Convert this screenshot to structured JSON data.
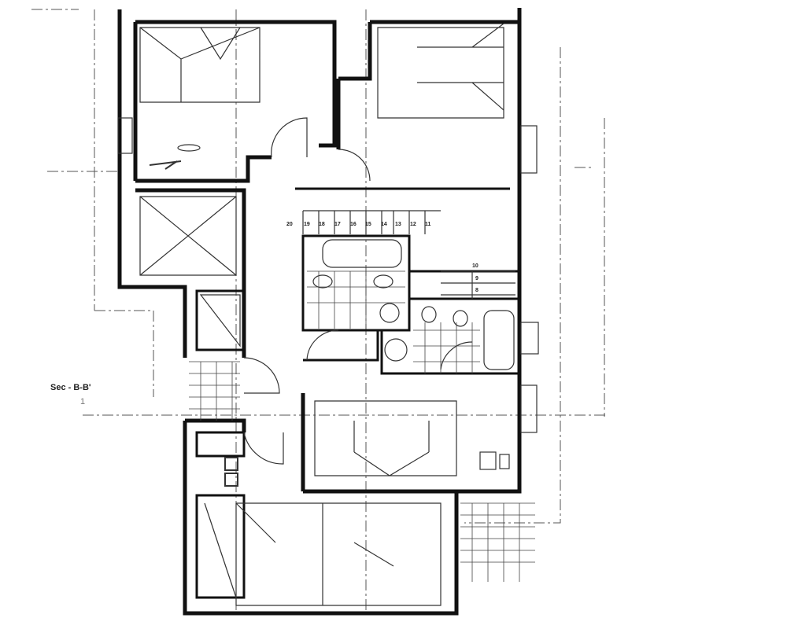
{
  "section_label": "Sec - B-B'",
  "section_marker": "1",
  "stair_numbers": [
    "20",
    "19",
    "18",
    "17",
    "16",
    "15",
    "14",
    "13",
    "12",
    "11"
  ],
  "stair_numbers_lower": [
    "10",
    "9",
    "8"
  ],
  "colors": {
    "line": "#111111",
    "background": "#ffffff"
  }
}
